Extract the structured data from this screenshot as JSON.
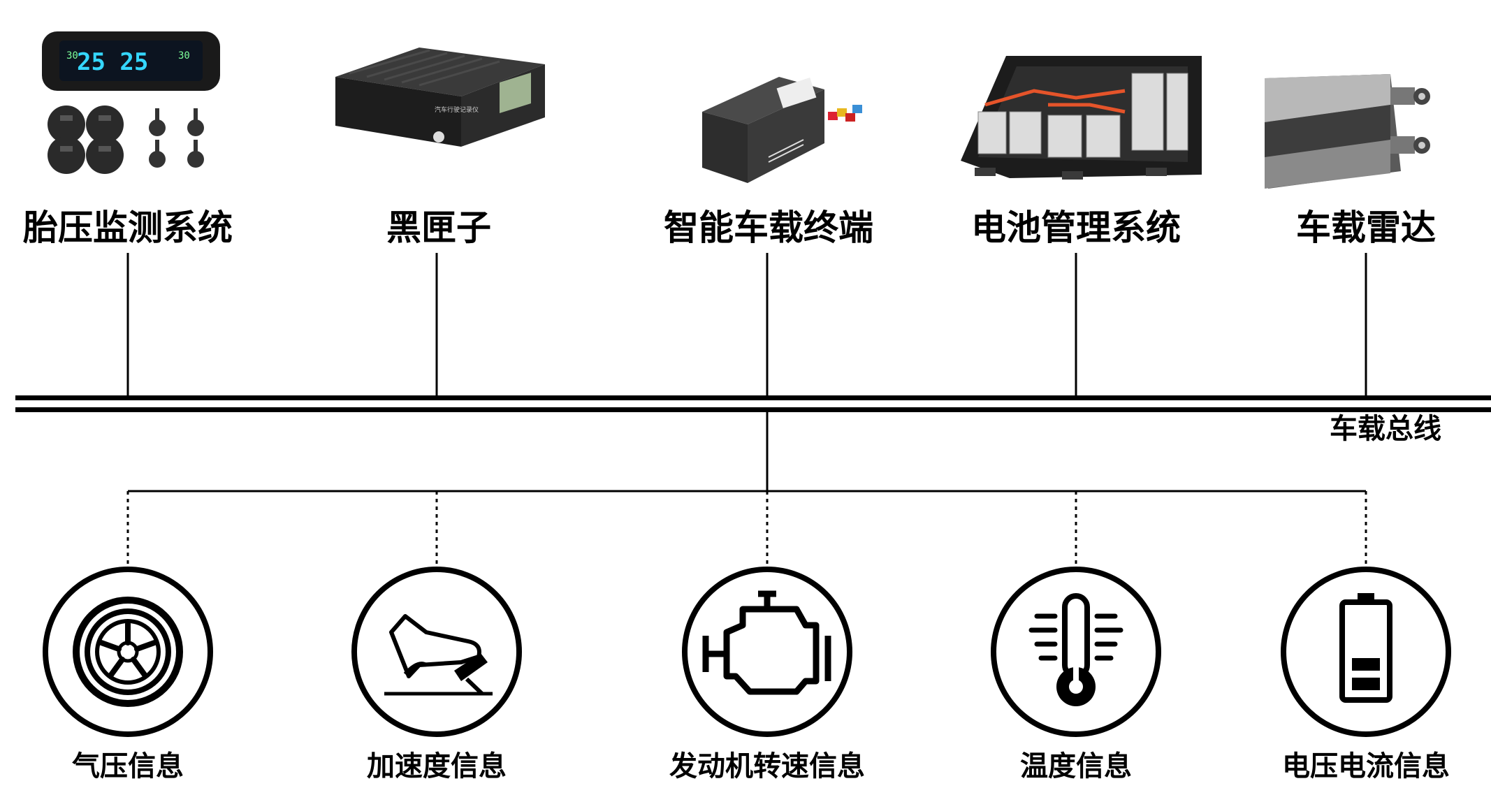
{
  "bus_label": "车载总线",
  "devices": [
    {
      "label": "胎压监测系统",
      "icon": "tpms-device-image"
    },
    {
      "label": "黑匣子",
      "icon": "black-box-recorder-image"
    },
    {
      "label": "智能车载终端",
      "icon": "vehicle-terminal-image"
    },
    {
      "label": "电池管理系统",
      "icon": "battery-pack-image"
    },
    {
      "label": "车载雷达",
      "icon": "radar-unit-image"
    }
  ],
  "signals": [
    {
      "label": "气压信息",
      "icon": "tire-icon"
    },
    {
      "label": "加速度信息",
      "icon": "pedal-icon"
    },
    {
      "label": "发动机转速信息",
      "icon": "engine-icon"
    },
    {
      "label": "温度信息",
      "icon": "thermometer-icon"
    },
    {
      "label": "电压电流信息",
      "icon": "battery-icon"
    }
  ],
  "device_image_texts": {
    "tpms_display": "25 25",
    "tpms_side": "30",
    "black_box_caption": "汽车行驶记录仪"
  }
}
